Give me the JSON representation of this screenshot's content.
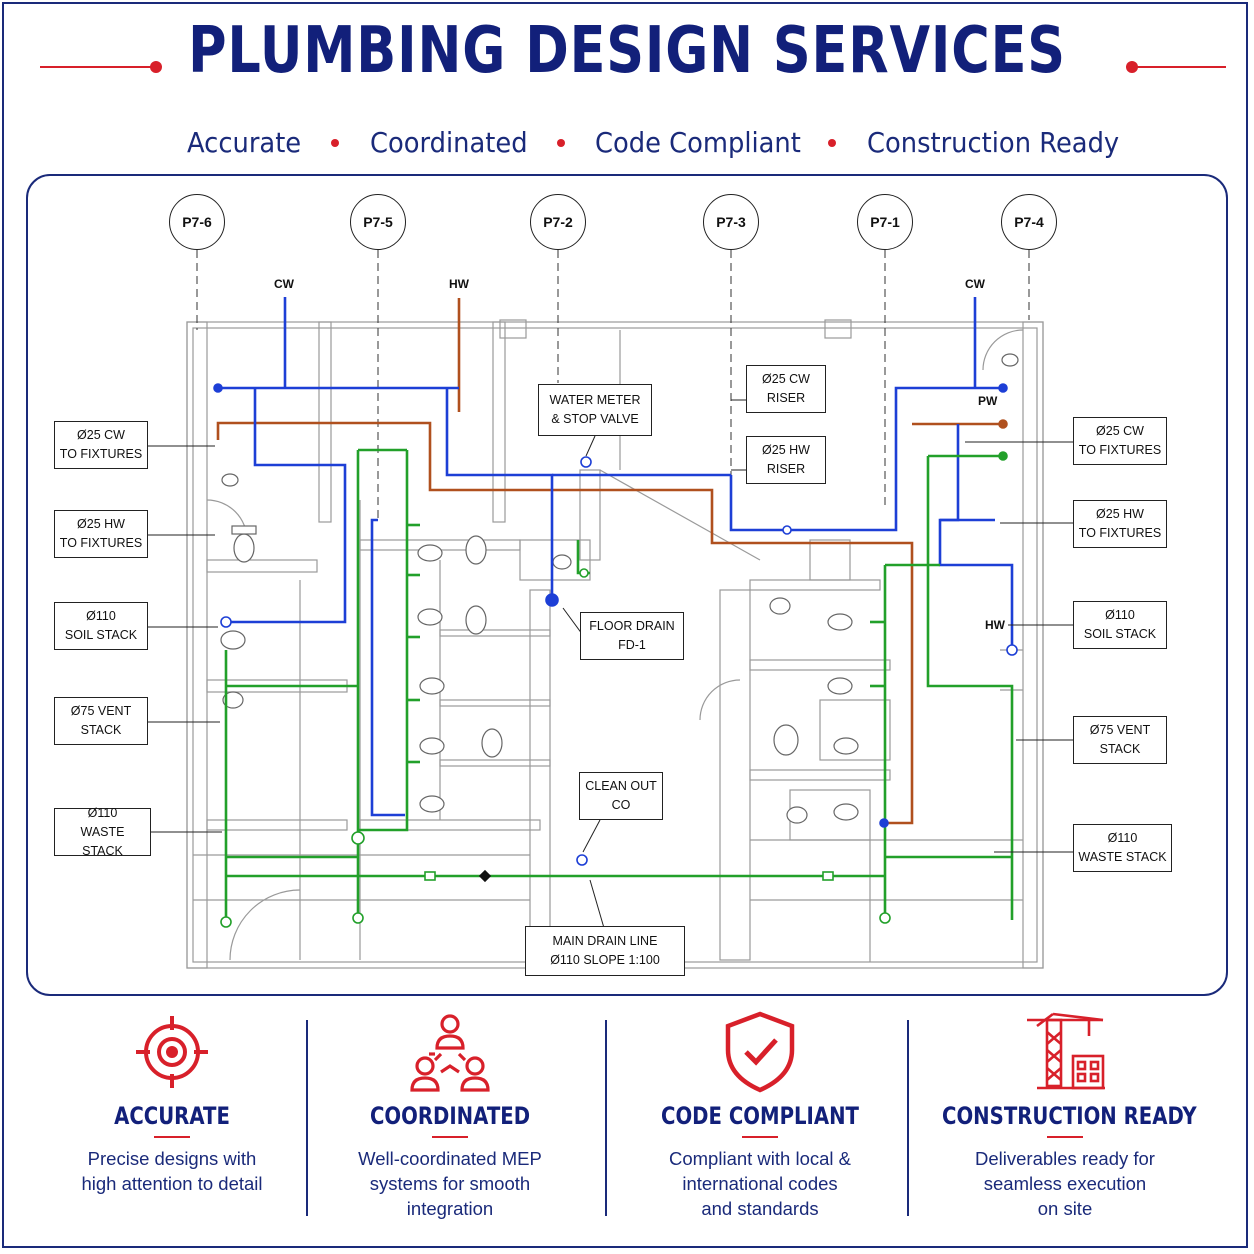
{
  "header": {
    "title": "PLUMBING DESIGN SERVICES",
    "taglines": [
      "Accurate",
      "Coordinated",
      "Code Compliant",
      "Construction Ready"
    ]
  },
  "colors": {
    "navy": "#12207a",
    "accent_red": "#d8202a",
    "cold_water_pipe": "#1d3fd6",
    "hot_water_pipe": "#b0501e",
    "drainage_pipe": "#22a02a"
  },
  "grid_labels": [
    "P7-6",
    "P7-5",
    "P7-2",
    "P7-3",
    "P7-1",
    "P7-4"
  ],
  "pipe_tags": {
    "cw_left": "CW",
    "hw_top": "HW",
    "cw_right": "CW",
    "pw": "PW",
    "hw_right": "HW"
  },
  "callouts": {
    "left": [
      "Ø25 CW\nTO FIXTURES",
      "Ø25 HW\nTO FIXTURES",
      "Ø110\nSOIL STACK",
      "Ø75 VENT\nSTACK",
      "Ø110\nWASTE STACK"
    ],
    "right": [
      "Ø25 CW\nTO FIXTURES",
      "Ø25 HW\nTO FIXTURES",
      "Ø110\nSOIL STACK",
      "Ø75 VENT\nSTACK",
      "Ø110\nWASTE STACK"
    ],
    "center": {
      "water_meter": "WATER METER\n& STOP VALVE",
      "cw_riser": "Ø25 CW\nRISER",
      "hw_riser": "Ø25 HW\nRISER",
      "floor_drain": "FLOOR DRAIN\nFD-1",
      "clean_out": "CLEAN OUT\nCO",
      "main_drain": "MAIN DRAIN LINE\nØ110 SLOPE 1:100"
    }
  },
  "features": [
    {
      "title": "ACCURATE",
      "icon": "target-icon",
      "desc": "Precise designs with\nhigh attention to detail"
    },
    {
      "title": "COORDINATED",
      "icon": "team-network-icon",
      "desc": "Well-coordinated MEP\nsystems for smooth\nintegration"
    },
    {
      "title": "CODE COMPLIANT",
      "icon": "shield-check-icon",
      "desc": "Compliant with local &\ninternational codes\nand standards"
    },
    {
      "title": "CONSTRUCTION READY",
      "icon": "crane-building-icon",
      "desc": "Deliverables ready for\nseamless execution\non site"
    }
  ]
}
